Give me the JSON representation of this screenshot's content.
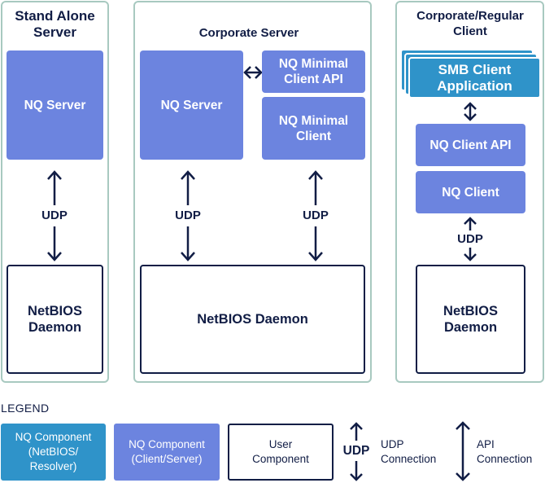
{
  "panels": {
    "standalone": {
      "title": "Stand Alone Server",
      "nq_server": "NQ Server",
      "udp": "UDP",
      "daemon": "NetBIOS Daemon"
    },
    "corporate": {
      "title": "Corporate Server",
      "nq_server": "NQ Server",
      "minimal_api": "NQ Minimal Client API",
      "minimal_client": "NQ Minimal Client",
      "udp_left": "UDP",
      "udp_right": "UDP",
      "daemon": "NetBIOS Daemon"
    },
    "client": {
      "title": "Corporate/Regular Client",
      "smb_app": "SMB Client Application",
      "client_api": "NQ Client API",
      "nq_client": "NQ Client",
      "udp": "UDP",
      "daemon": "NetBIOS Daemon"
    }
  },
  "legend": {
    "title": "LEGEND",
    "nq_component_resolver": "NQ Component (NetBIOS/ Resolver)",
    "nq_component_client_server": "NQ Component (Client/Server)",
    "user_component": "User Component",
    "udp_symbol": "UDP",
    "udp_connection": "UDP Connection",
    "api_connection": "API Connection"
  },
  "colors": {
    "nq_component": "#6c84df",
    "resolver_component": "#2f93c9",
    "panel_border": "#a8c9c0",
    "dark": "#111d45"
  }
}
